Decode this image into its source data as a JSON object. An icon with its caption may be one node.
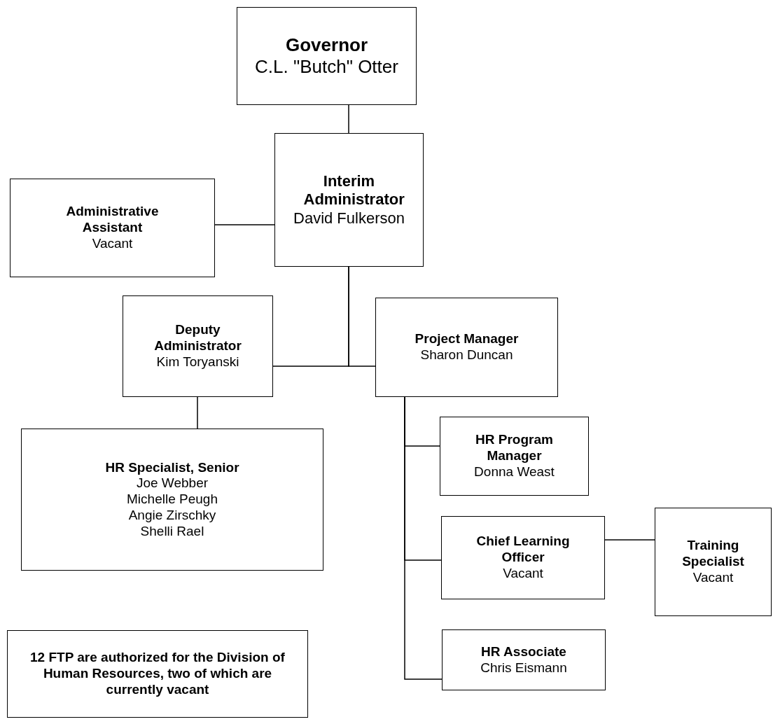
{
  "diagram": {
    "nodes": [
      {
        "text": [
          "Governor",
          "C.L. \"Butch\" Otter"
        ]
      },
      {
        "text": [
          "Interim Administrator",
          "David Fulkerson"
        ]
      },
      {
        "text": [
          "Administrative Assistant",
          "Vacant"
        ]
      },
      {
        "text": [
          "Deputy Administrator",
          "Kim Toryanski"
        ]
      },
      {
        "text": [
          "Project Manager",
          "Sharon Duncan"
        ]
      },
      {
        "text": [
          "HR Specialist, Senior",
          "Joe Webber",
          "Michelle Peugh",
          "Angie Zirschky",
          "Shelli Rael"
        ]
      },
      {
        "text": [
          "HR Program Manager",
          "Donna Weast"
        ]
      },
      {
        "text": [
          "Chief Learning Officer",
          "Vacant"
        ]
      },
      {
        "text": [
          "Training Specialist",
          "Vacant"
        ]
      },
      {
        "text": [
          "HR Associate",
          "Chris Eismann"
        ]
      },
      {
        "text": [
          "12 FTP are authorized for the Division of Human Resources, two of which are currently vacant"
        ]
      }
    ],
    "edges": [
      {
        "from": 0,
        "to": 1,
        "arrow": "none"
      },
      {
        "from": 1,
        "to": 2,
        "arrow": "none"
      },
      {
        "from": 1,
        "to": 3,
        "arrow": "none"
      },
      {
        "from": 1,
        "to": 4,
        "arrow": "none"
      },
      {
        "from": 3,
        "to": 5,
        "arrow": "none"
      },
      {
        "from": 4,
        "to": 6,
        "arrow": "none"
      },
      {
        "from": 4,
        "to": 7,
        "arrow": "none"
      },
      {
        "from": 4,
        "to": 9,
        "arrow": "none"
      },
      {
        "from": 7,
        "to": 8,
        "arrow": "none"
      }
    ]
  }
}
